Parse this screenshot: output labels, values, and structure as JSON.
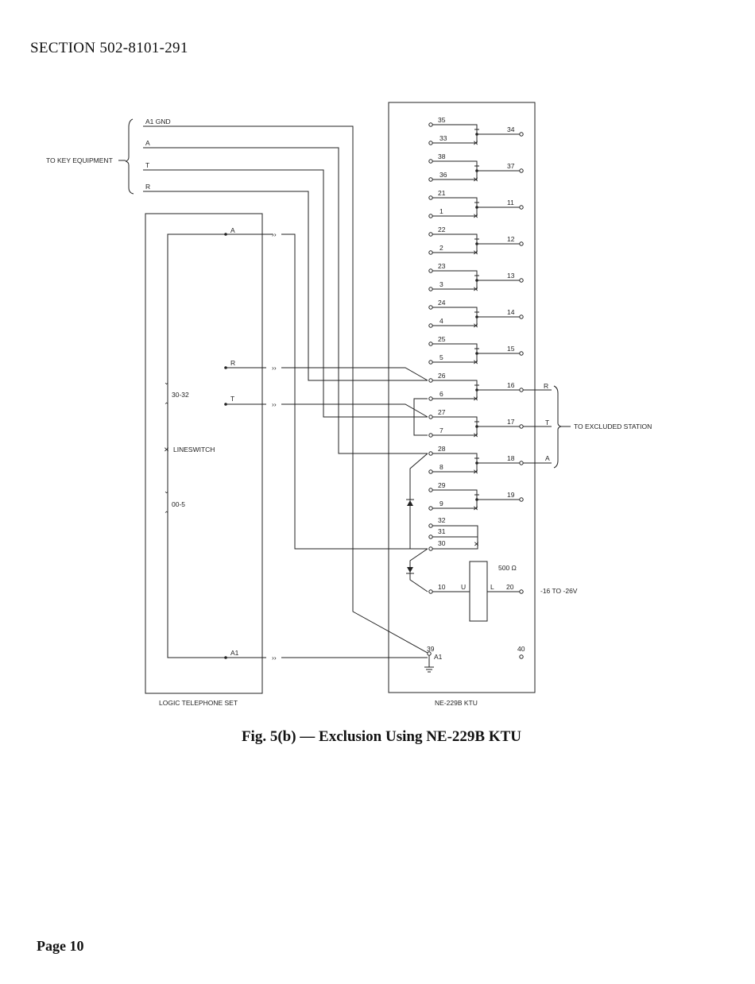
{
  "header": {
    "section": "SECTION 502-8101-291"
  },
  "footer": {
    "page": "Page 10"
  },
  "caption": "Fig. 5(b) — Exclusion Using NE-229B KTU",
  "diagram": {
    "key_equipment": {
      "label": "TO KEY EQUIPMENT",
      "leads": [
        "A1 GND",
        "A",
        "T",
        "R"
      ]
    },
    "logic_set": {
      "title": "LOGIC TELEPHONE SET",
      "leads": [
        "A",
        "R",
        "T",
        "A1"
      ],
      "contacts": [
        "30-32",
        "LINESWITCH",
        "00-5"
      ]
    },
    "ktu": {
      "title": "NE-229B KTU",
      "relay": {
        "resistance": "500 Ω",
        "u_label": "U",
        "l_label": "L"
      },
      "supply": "-16 TO -26V",
      "terminals": {
        "t35": "35",
        "t33": "33",
        "t34": "34",
        "t38": "38",
        "t36": "36",
        "t37": "37",
        "t21": "21",
        "t1": "1",
        "t11": "11",
        "t22": "22",
        "t2": "2",
        "t12": "12",
        "t23": "23",
        "t3": "3",
        "t13": "13",
        "t24": "24",
        "t4": "4",
        "t14": "14",
        "t25": "25",
        "t5": "5",
        "t15": "15",
        "t26": "26",
        "t6": "6",
        "t16": "16",
        "t27": "27",
        "t7": "7",
        "t17": "17",
        "t28": "28",
        "t8": "8",
        "t18": "18",
        "t29": "29",
        "t9": "9",
        "t19": "19",
        "t32": "32",
        "t31": "31",
        "t30": "30",
        "t10": "10",
        "t20": "20",
        "t39": "39",
        "t40": "40"
      },
      "ground_label": "A1"
    },
    "excluded": {
      "label": "TO EXCLUDED STATION",
      "leads": [
        "R",
        "T",
        "A"
      ]
    }
  }
}
